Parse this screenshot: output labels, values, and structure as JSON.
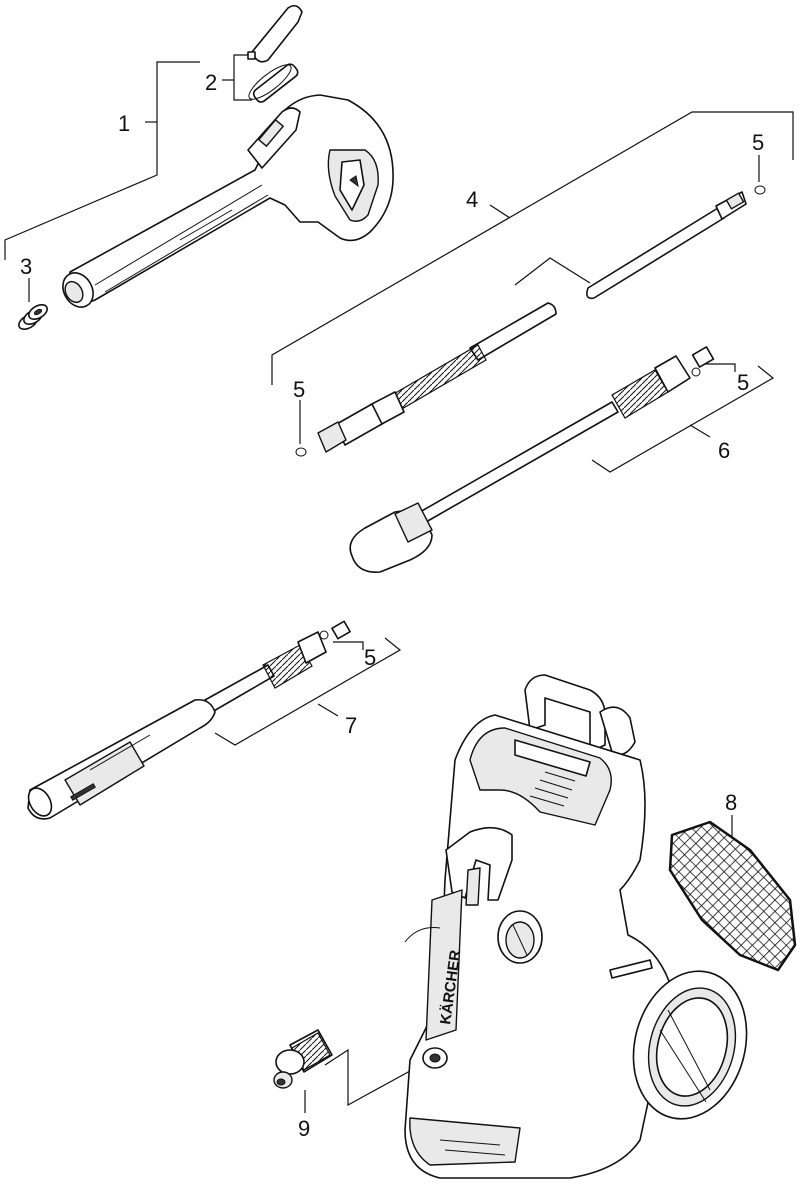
{
  "labels": {
    "l1": "1",
    "l2": "2",
    "l3": "3",
    "l4": "4",
    "l5a": "5",
    "l5b": "5",
    "l5c": "5",
    "l5d": "5",
    "l6": "6",
    "l7": "7",
    "l8": "8",
    "l9": "9"
  },
  "brand": "KÄRCHER"
}
